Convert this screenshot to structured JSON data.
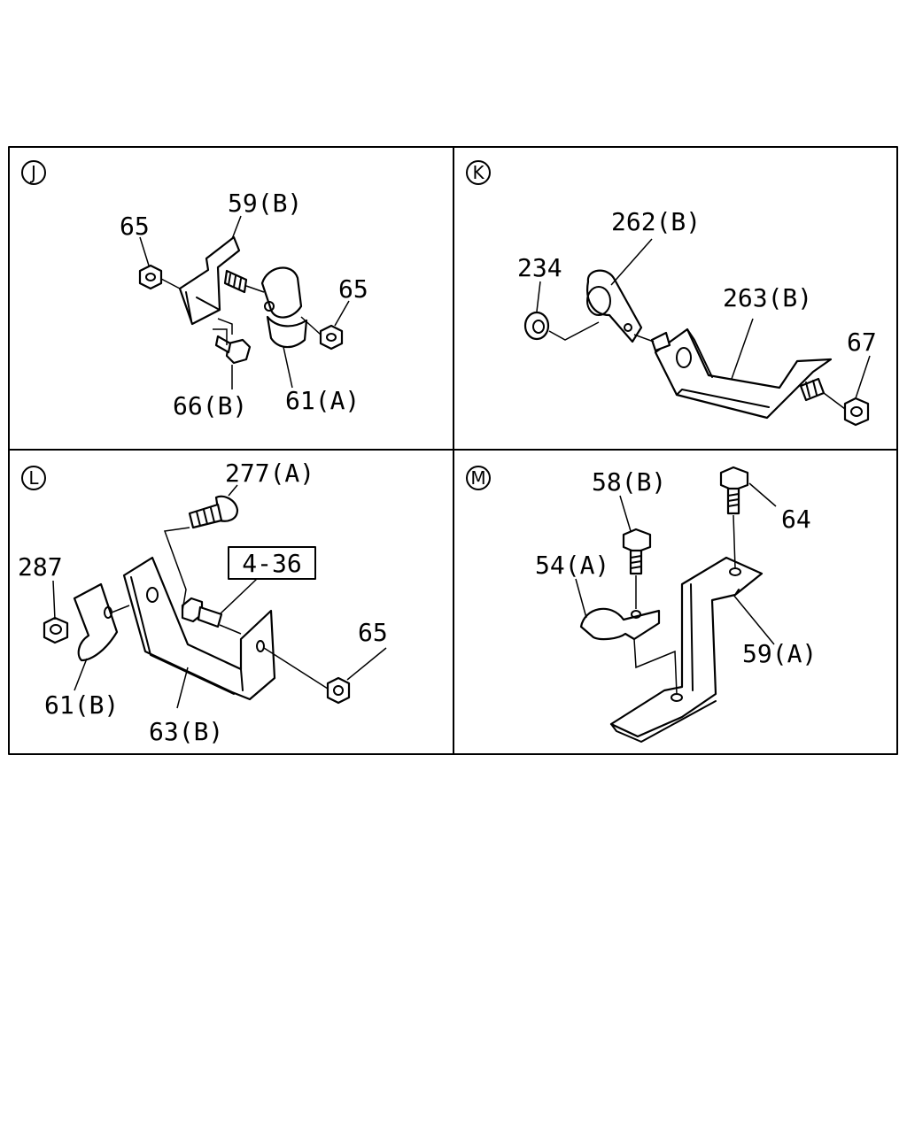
{
  "panels": {
    "J": {
      "letter": "J",
      "labels": {
        "p65a": "65",
        "p59b": "59(B)",
        "p65b": "65",
        "p66b": "66(B)",
        "p61a": "61(A)"
      }
    },
    "K": {
      "letter": "K",
      "labels": {
        "p262b": "262(B)",
        "p234": "234",
        "p263b": "263(B)",
        "p67": "67"
      }
    },
    "L": {
      "letter": "L",
      "labels": {
        "p277a": "277(A)",
        "ref": "4-36",
        "p287": "287",
        "p65": "65",
        "p61b": "61(B)",
        "p63b": "63(B)"
      }
    },
    "M": {
      "letter": "M",
      "labels": {
        "p58b": "58(B)",
        "p64": "64",
        "p54a": "54(A)",
        "p59a": "59(A)"
      }
    }
  }
}
